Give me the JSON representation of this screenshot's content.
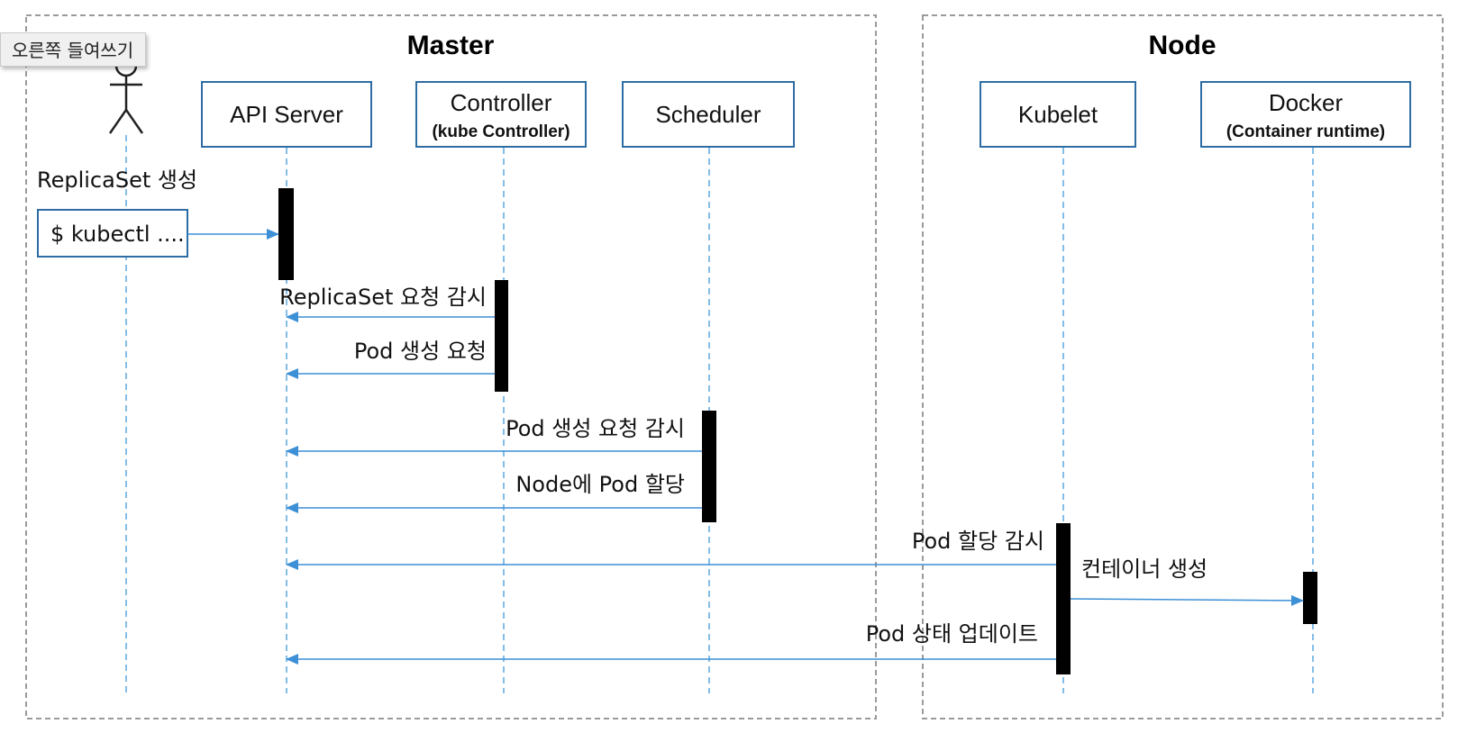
{
  "tooltip": {
    "text": "오른쪽 들여쓰기"
  },
  "groups": {
    "master": "Master",
    "node": "Node"
  },
  "participants": {
    "api_server": "API Server",
    "controller": "Controller",
    "controller_sub": "(kube Controller)",
    "scheduler": "Scheduler",
    "kubelet": "Kubelet",
    "docker": "Docker",
    "docker_sub": "(Container runtime)"
  },
  "actor": {
    "caption": "ReplicaSet 생성",
    "command": "$ kubectl ...."
  },
  "messages": {
    "m1": "ReplicaSet 요청 감시",
    "m2": "Pod 생성 요청",
    "m3": "Pod 생성 요청 감시",
    "m4": "Node에 Pod 할당",
    "m5": "Pod 할당 감시",
    "m6": "컨테이너 생성",
    "m7": "Pod 상태 업데이트"
  },
  "colors": {
    "box_border": "#2e6da4",
    "arrow": "#3d8fd6",
    "lifeline": "#5ba8e0",
    "group_border": "#9a9a9a",
    "activation": "#000000"
  }
}
